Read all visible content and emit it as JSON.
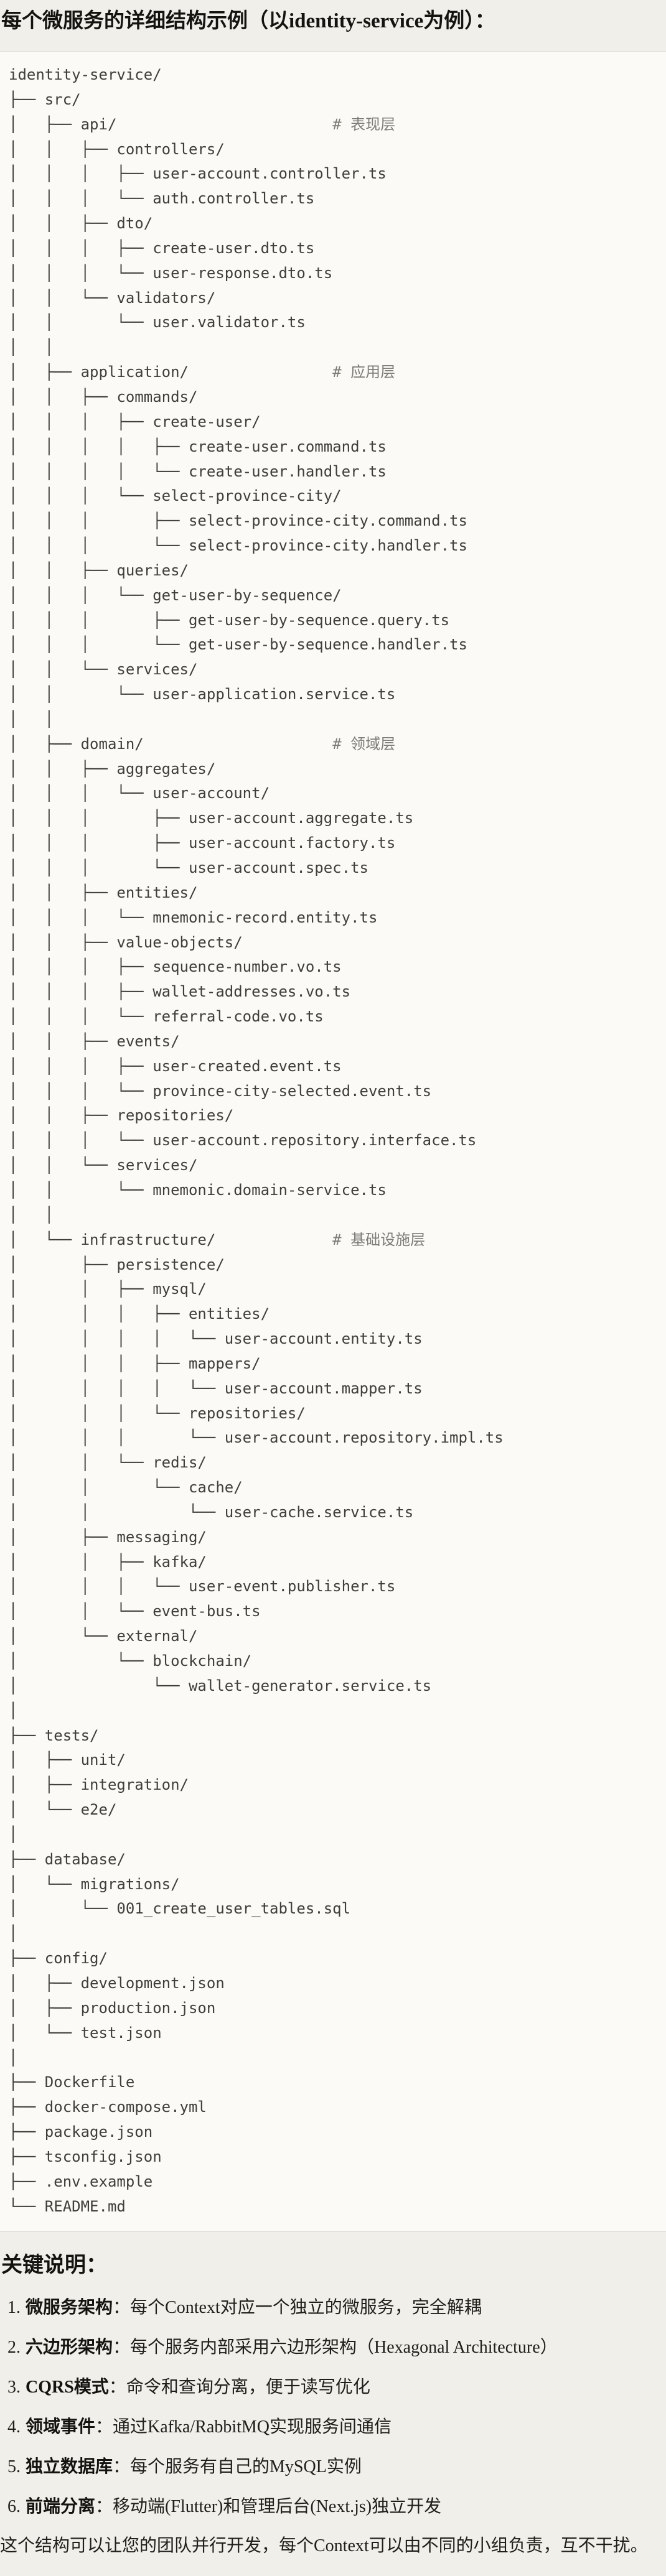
{
  "title": "每个微服务的详细结构示例（以identity-service为例）：",
  "colors": {
    "page_bg": "#f0efe9",
    "code_bg": "#fbfaf7",
    "code_border": "#dcdad2",
    "code_text": "#3f3e39",
    "comment_text": "#7d7c75",
    "body_text": "#1f1e1a"
  },
  "tree": {
    "comment_column": 36,
    "comments": {
      "2": "# 表现层",
      "12": "# 应用层",
      "27": "# 领域层",
      "47": "# 基础设施层"
    },
    "lines": [
      "identity-service/",
      "├── src/",
      "│   ├── api/",
      "│   │   ├── controllers/",
      "│   │   │   ├── user-account.controller.ts",
      "│   │   │   └── auth.controller.ts",
      "│   │   ├── dto/",
      "│   │   │   ├── create-user.dto.ts",
      "│   │   │   └── user-response.dto.ts",
      "│   │   └── validators/",
      "│   │       └── user.validator.ts",
      "│   │",
      "│   ├── application/",
      "│   │   ├── commands/",
      "│   │   │   ├── create-user/",
      "│   │   │   │   ├── create-user.command.ts",
      "│   │   │   │   └── create-user.handler.ts",
      "│   │   │   └── select-province-city/",
      "│   │   │       ├── select-province-city.command.ts",
      "│   │   │       └── select-province-city.handler.ts",
      "│   │   ├── queries/",
      "│   │   │   └── get-user-by-sequence/",
      "│   │   │       ├── get-user-by-sequence.query.ts",
      "│   │   │       └── get-user-by-sequence.handler.ts",
      "│   │   └── services/",
      "│   │       └── user-application.service.ts",
      "│   │",
      "│   ├── domain/",
      "│   │   ├── aggregates/",
      "│   │   │   └── user-account/",
      "│   │   │       ├── user-account.aggregate.ts",
      "│   │   │       ├── user-account.factory.ts",
      "│   │   │       └── user-account.spec.ts",
      "│   │   ├── entities/",
      "│   │   │   └── mnemonic-record.entity.ts",
      "│   │   ├── value-objects/",
      "│   │   │   ├── sequence-number.vo.ts",
      "│   │   │   ├── wallet-addresses.vo.ts",
      "│   │   │   └── referral-code.vo.ts",
      "│   │   ├── events/",
      "│   │   │   ├── user-created.event.ts",
      "│   │   │   └── province-city-selected.event.ts",
      "│   │   ├── repositories/",
      "│   │   │   └── user-account.repository.interface.ts",
      "│   │   └── services/",
      "│   │       └── mnemonic.domain-service.ts",
      "│   │",
      "│   └── infrastructure/",
      "│       ├── persistence/",
      "│       │   ├── mysql/",
      "│       │   │   ├── entities/",
      "│       │   │   │   └── user-account.entity.ts",
      "│       │   │   ├── mappers/",
      "│       │   │   │   └── user-account.mapper.ts",
      "│       │   │   └── repositories/",
      "│       │   │       └── user-account.repository.impl.ts",
      "│       │   └── redis/",
      "│       │       └── cache/",
      "│       │           └── user-cache.service.ts",
      "│       ├── messaging/",
      "│       │   ├── kafka/",
      "│       │   │   └── user-event.publisher.ts",
      "│       │   └── event-bus.ts",
      "│       └── external/",
      "│           └── blockchain/",
      "│               └── wallet-generator.service.ts",
      "│",
      "├── tests/",
      "│   ├── unit/",
      "│   ├── integration/",
      "│   └── e2e/",
      "│",
      "├── database/",
      "│   └── migrations/",
      "│       └── 001_create_user_tables.sql",
      "│",
      "├── config/",
      "│   ├── development.json",
      "│   ├── production.json",
      "│   └── test.json",
      "│",
      "├── Dockerfile",
      "├── docker-compose.yml",
      "├── package.json",
      "├── tsconfig.json",
      "├── .env.example",
      "└── README.md"
    ]
  },
  "notes": {
    "heading": "关键说明：",
    "items": [
      {
        "num": "1.",
        "term": "微服务架构",
        "sep": "：",
        "desc": "每个Context对应一个独立的微服务，完全解耦"
      },
      {
        "num": "2.",
        "term": "六边形架构",
        "sep": "：",
        "desc": "每个服务内部采用六边形架构（Hexagonal Architecture）"
      },
      {
        "num": "3.",
        "term": "CQRS模式",
        "sep": "：",
        "desc": "命令和查询分离，便于读写优化"
      },
      {
        "num": "4.",
        "term": "领域事件",
        "sep": "：",
        "desc": "通过Kafka/RabbitMQ实现服务间通信"
      },
      {
        "num": "5.",
        "term": "独立数据库",
        "sep": "：",
        "desc": "每个服务有自己的MySQL实例"
      },
      {
        "num": "6.",
        "term": "前端分离",
        "sep": "：",
        "desc": "移动端(Flutter)和管理后台(Next.js)独立开发"
      }
    ],
    "footer": "这个结构可以让您的团队并行开发，每个Context可以由不同的小组负责，互不干扰。"
  }
}
